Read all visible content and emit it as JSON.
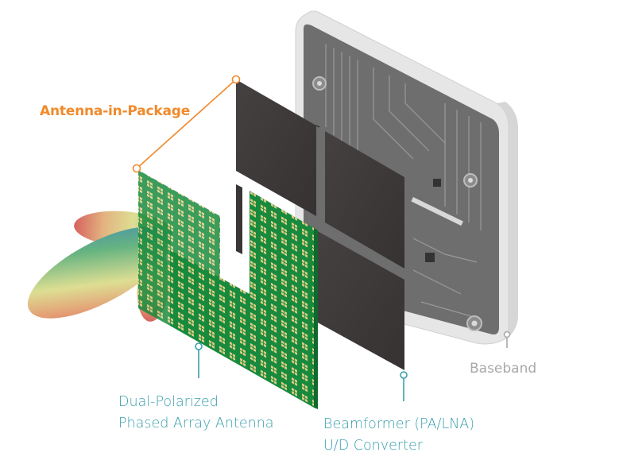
{
  "title": "mmWave module exploded view",
  "labels": {
    "antenna_in_package": "Antenna-in-Package",
    "dual_polarized_line1": "Dual-Polarized",
    "dual_polarized_line2": "Phased Array Antenna",
    "beamformer_line1": "Beamformer (PA/LNA)",
    "beamformer_line2": "U/D Converter",
    "baseband": "Baseband"
  },
  "colors": {
    "orange_callout": "#F08A2C",
    "teal_callout": "#3A9FAE",
    "gray_callout": "#A9A9A9",
    "pcb_green": "#188A3E",
    "antenna_patch": "#E3CE86",
    "chip_dark": "#3E3A3A",
    "baseband_board": "#6E6E6E",
    "housing": "#E4E4E4"
  },
  "components": [
    {
      "name": "antenna-array",
      "description": "Dual-polarized phased array antenna (green PCB with patch elements)"
    },
    {
      "name": "beamformer-chips",
      "description": "Beamformer (PA/LNA) U/D converter chips (dark squares)"
    },
    {
      "name": "baseband-unit",
      "description": "Baseband board in white housing"
    },
    {
      "name": "radiation-pattern",
      "description": "Beam lobes (red-yellow-green-blue gradient)"
    }
  ]
}
